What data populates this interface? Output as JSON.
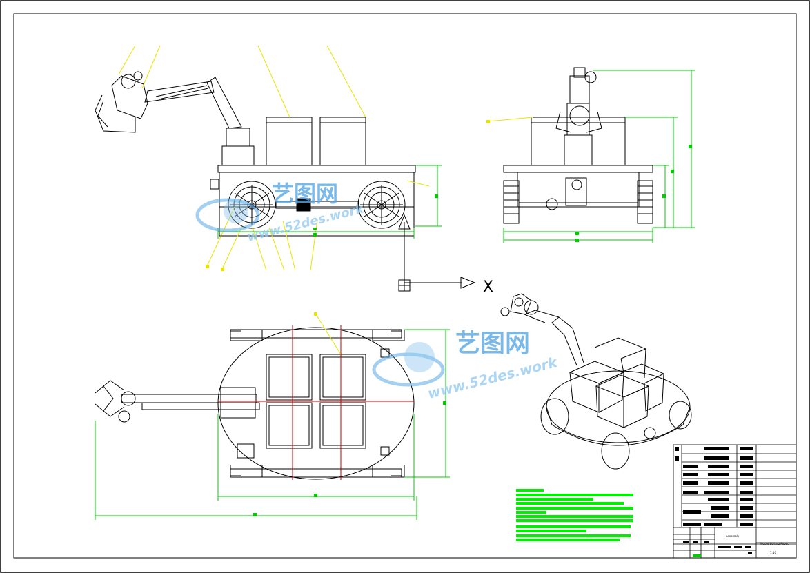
{
  "drawing": {
    "ucs_x_label": "X",
    "watermark": {
      "brand": "艺图网",
      "url_1": "www.52des.work",
      "url_2": "www.52des.work",
      "url_2_partial": "www.52des.w"
    },
    "title_block": {
      "drawing_name": "Assembly",
      "product_name": "Waste Sorting Robot",
      "scale_code": "1:10"
    },
    "colors": {
      "frame": "#000000",
      "geometry": "#000000",
      "dimension": "#00cc00",
      "leader": "#e5e500",
      "centerline": "#cc0000",
      "notes": "#00ee00",
      "watermark": "#5aa7e3"
    }
  }
}
